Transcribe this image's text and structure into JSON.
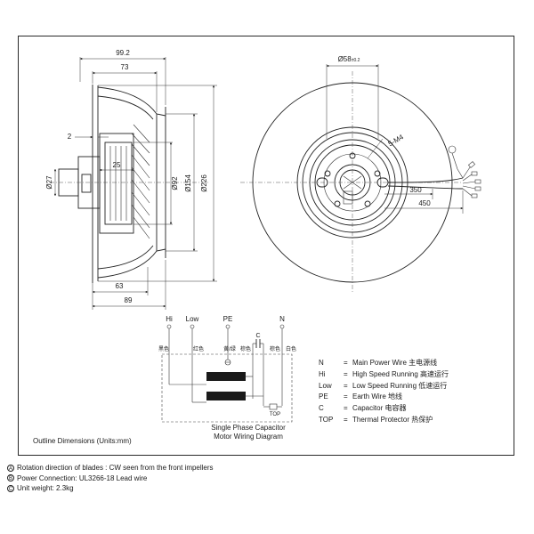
{
  "side_view": {
    "dims": {
      "overall_depth": "99.2",
      "body_depth": "73",
      "flange_thickness": "2",
      "hub_diameter": "Ø27",
      "motor_length": "25",
      "motor_diameter": "Ø92",
      "bore_diameter": "Ø154",
      "outer_diameter": "Ø226",
      "inner_depth": "63",
      "base_width": "89"
    }
  },
  "front_view": {
    "dims": {
      "center_diameter": "Ø58",
      "center_tolerance": "±0.2",
      "holes": "5-M4",
      "lead_length_1": "350",
      "lead_length_2": "450"
    }
  },
  "wiring": {
    "terminals": [
      "Hi",
      "Low",
      "PE",
      "N"
    ],
    "wire_colors": [
      "黑色",
      "红色",
      "黄/绿",
      "棕色",
      "棕色",
      "白色"
    ],
    "capacitor_label": "C",
    "thermal_label": "TOP",
    "caption_line1": "Single Phase Capacitor",
    "caption_line2": "Motor Wiring Diagram"
  },
  "legend": [
    {
      "code": "N",
      "text": "Main Power  Wire  主电源线"
    },
    {
      "code": "Hi",
      "text": "High Speed Running  高速运行"
    },
    {
      "code": "Low",
      "text": "Low Speed Running  低速运行"
    },
    {
      "code": "PE",
      "text": "Earth Wire  地线"
    },
    {
      "code": "C",
      "text": "Capacitor  电容器"
    },
    {
      "code": "TOP",
      "text": "Thermal Protector 热保护"
    }
  ],
  "caption": "Outline Dimensions (Units:mm)",
  "notes": [
    {
      "marker": "A",
      "text": "Rotation direction of blades : CW seen from the front impellers"
    },
    {
      "marker": "B",
      "text": "Power Connection:  UL3266-18 Lead wire"
    },
    {
      "marker": "C",
      "text": "Unit weight:  2.3kg"
    }
  ]
}
